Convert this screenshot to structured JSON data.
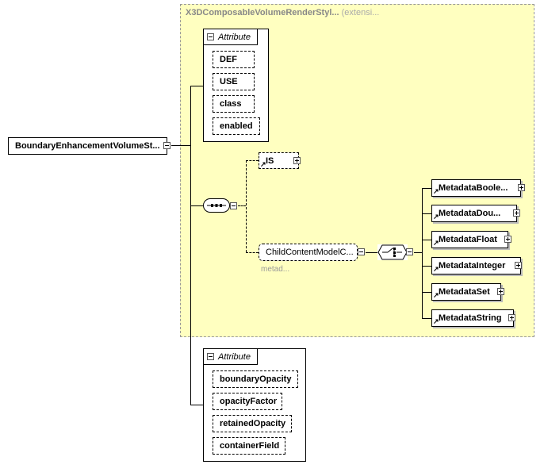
{
  "root": {
    "label": "BoundaryEnhancementVolumeSt..."
  },
  "extension": {
    "name": "X3DComposableVolumeRenderStyl...",
    "kind": "(extensi..."
  },
  "inherited_attributes": {
    "header": "Attribute",
    "items": [
      "DEF",
      "USE",
      "class",
      "enabled"
    ]
  },
  "sequence": {
    "is_element": "IS",
    "group_ref": "ChildContentModelC...",
    "group_note": "metad..."
  },
  "choice_items": [
    "MetadataBoole...",
    "MetadataDou...",
    "MetadataFloat",
    "MetadataInteger",
    "MetadataSet",
    "MetadataString"
  ],
  "own_attributes": {
    "header": "Attribute",
    "items": [
      "boundaryOpacity",
      "opacityFactor",
      "retainedOpacity",
      "containerField"
    ]
  }
}
